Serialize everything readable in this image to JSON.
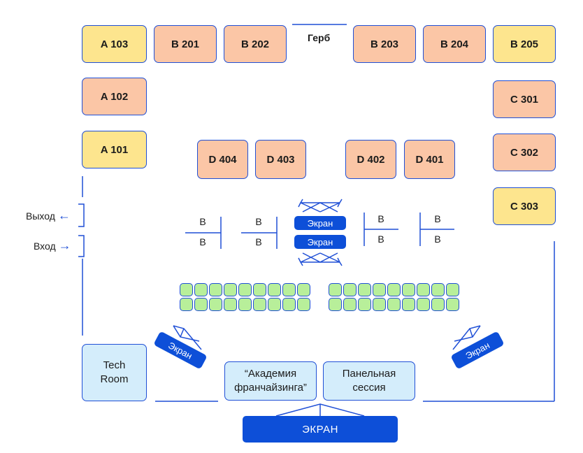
{
  "colors": {
    "outline": "#1f4fd6",
    "screen": "#0d4fd8",
    "booth_yellow": "#fde58e",
    "booth_salmon": "#fbc6a6",
    "room_lightblue": "#d4edfb",
    "seat_green": "#b8ef9a"
  },
  "booths": {
    "a103": "A 103",
    "a102": "A 102",
    "a101": "A 101",
    "b201": "B 201",
    "b202": "B 202",
    "b203": "B 203",
    "b204": "B 204",
    "b205": "B 205",
    "c301": "C 301",
    "c302": "C 302",
    "c303": "C 303",
    "d404": "D 404",
    "d403": "D 403",
    "d402": "D 402",
    "d401": "D 401"
  },
  "emblem_label": "Герб",
  "exit_label": "Выход",
  "entrance_label": "Вход",
  "center_screen_top": "Экран",
  "center_screen_bottom": "Экран",
  "side_screen_left": "Экран",
  "side_screen_right": "Экран",
  "main_screen": "ЭКРАН",
  "tech_room": "Tech Room",
  "academy": "“Академия франчайзинга”",
  "panel_session": "Панельная сессия",
  "b_marker": "B",
  "seat_rows": 2,
  "seats_per_block_row": 9
}
